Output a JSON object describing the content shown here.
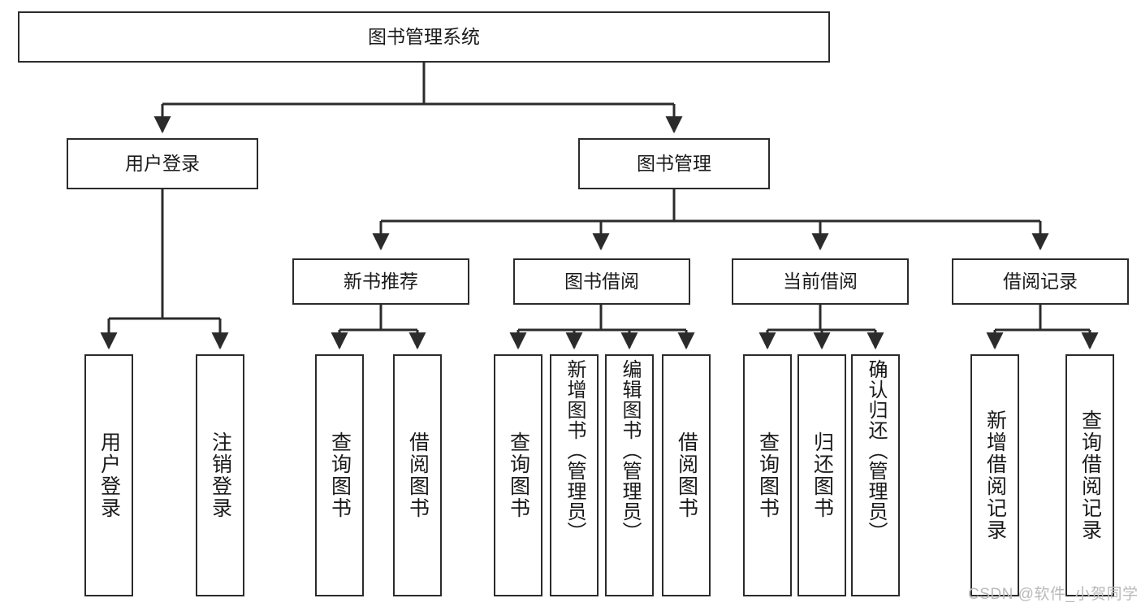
{
  "diagram": {
    "title_node": {
      "label": "图书管理系统"
    },
    "level2": [
      {
        "id": "user-login",
        "label": "用户登录"
      },
      {
        "id": "book-management",
        "label": "图书管理"
      }
    ],
    "level3": [
      {
        "id": "new-book-recommend",
        "label": "新书推荐"
      },
      {
        "id": "book-borrow",
        "label": "图书借阅"
      },
      {
        "id": "current-borrow",
        "label": "当前借阅"
      },
      {
        "id": "borrow-record",
        "label": "借阅记录"
      }
    ],
    "leaves": [
      {
        "id": "leaf-user-login",
        "label": "用户登录",
        "parent": "user-login"
      },
      {
        "id": "leaf-logout",
        "label": "注销登录",
        "parent": "user-login"
      },
      {
        "id": "leaf-query-book-1",
        "label": "查询图书",
        "parent": "new-book-recommend"
      },
      {
        "id": "leaf-borrow-book-1",
        "label": "借阅图书",
        "parent": "new-book-recommend"
      },
      {
        "id": "leaf-query-book-2",
        "label": "查询图书",
        "parent": "book-borrow"
      },
      {
        "id": "leaf-add-book",
        "label": "新增图书（管理员）",
        "parent": "book-borrow"
      },
      {
        "id": "leaf-edit-book",
        "label": "编辑图书（管理员）",
        "parent": "book-borrow"
      },
      {
        "id": "leaf-borrow-book-2",
        "label": "借阅图书",
        "parent": "book-borrow"
      },
      {
        "id": "leaf-query-book-3",
        "label": "查询图书",
        "parent": "current-borrow"
      },
      {
        "id": "leaf-return-book",
        "label": "归还图书",
        "parent": "current-borrow"
      },
      {
        "id": "leaf-confirm-return",
        "label": "确认归还（管理员）",
        "parent": "current-borrow"
      },
      {
        "id": "leaf-add-record",
        "label": "新增借阅记录",
        "parent": "borrow-record"
      },
      {
        "id": "leaf-query-record",
        "label": "查询借阅记录",
        "parent": "borrow-record"
      }
    ],
    "watermark": "CSDN @软件_小贺同学",
    "colors": {
      "stroke": "#2b2b2b",
      "background": "#ffffff",
      "text": "#1a1a1a",
      "watermark": "#b9b9b9"
    }
  }
}
